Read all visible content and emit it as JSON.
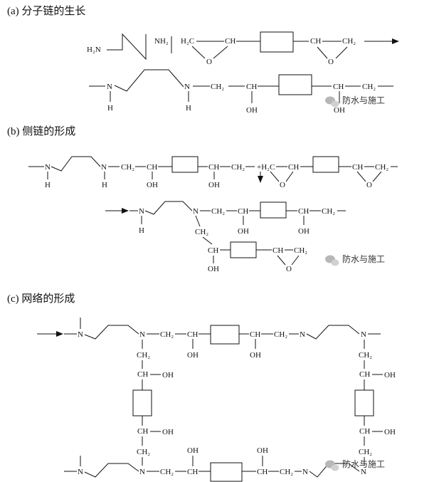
{
  "sections": [
    {
      "title": "(a) 分子链的生长"
    },
    {
      "title": "(b) 侧链的形成"
    },
    {
      "title": "(c) 网络的形成"
    }
  ],
  "labels": {
    "h2n": "H₂N",
    "nh2": "NH₂",
    "h2c": "H₂C",
    "ch": "CH",
    "ch2": "CH₂",
    "o": "O",
    "n": "N",
    "h": "H",
    "oh": "OH",
    "plus_h2c": "+H₂C"
  },
  "watermark": "防水与施工"
}
